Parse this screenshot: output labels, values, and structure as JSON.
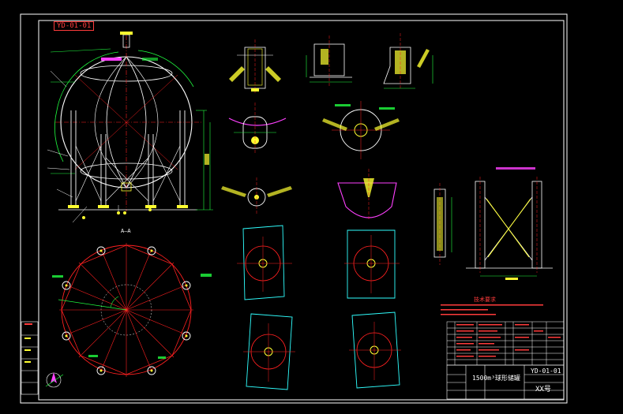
{
  "drawing": {
    "id": "YD-01-01",
    "number": "YD-01-01",
    "name": "1500m³球形储罐",
    "scale": "XX号",
    "section_label": "A—A",
    "notes_heading": "技术要求"
  },
  "colors": {
    "background": "#000000",
    "frame": "#ffffff",
    "red": "#ff2020",
    "green": "#20ff40",
    "yellow": "#ffff30",
    "cyan": "#30ffff",
    "magenta": "#ff40ff",
    "white": "#ffffff"
  },
  "icons": {
    "north-arrow": "north-arrow-icon"
  }
}
